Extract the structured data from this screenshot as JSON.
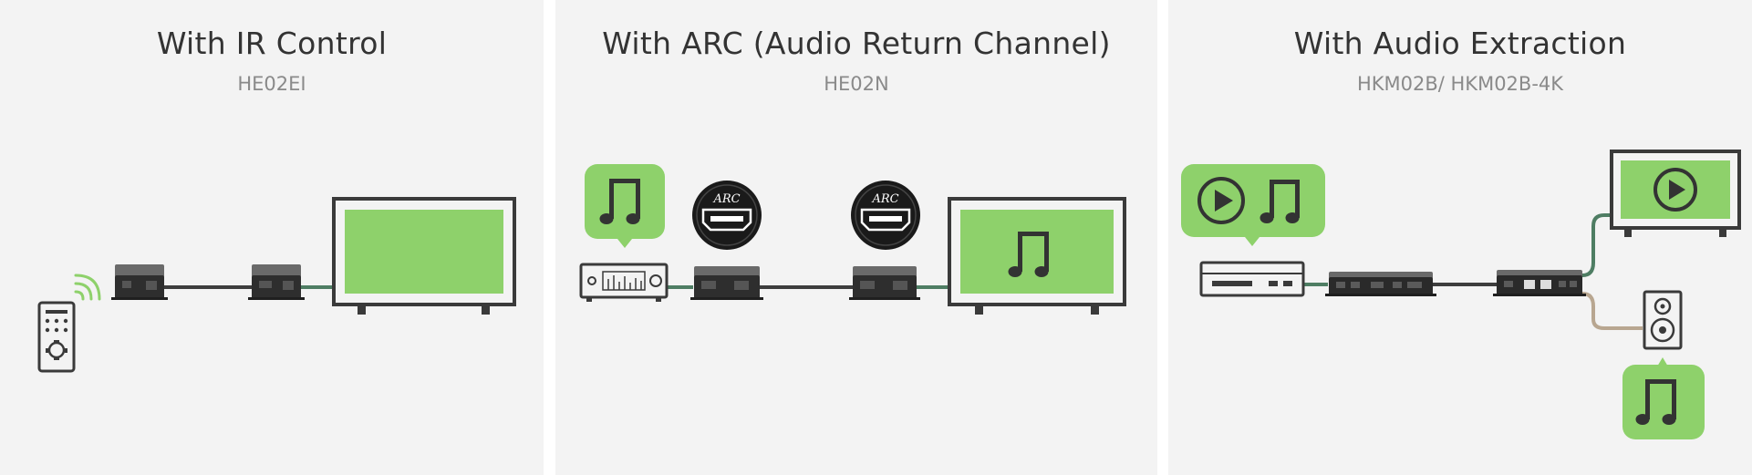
{
  "colors": {
    "panel_bg": "#f3f3f3",
    "green": "#8ed16b",
    "dark": "#333333",
    "device": "#3a3a3a",
    "cable_green": "#4e7d63",
    "cable_tan": "#b8a690",
    "subtitle": "#8a8a8a"
  },
  "panels": [
    {
      "title": "With IR Control",
      "subtitle": "HE02EI",
      "icons": [
        "remote-control-icon",
        "ir-signal-icon",
        "extender-transmitter-icon",
        "extender-receiver-icon",
        "tv-icon"
      ]
    },
    {
      "title": "With ARC (Audio Return Channel)",
      "subtitle": "HE02N",
      "arc_label": "ARC",
      "icons": [
        "music-note-icon",
        "audio-receiver-icon",
        "hdmi-arc-icon",
        "extender-transmitter-icon",
        "extender-receiver-icon",
        "tv-icon"
      ]
    },
    {
      "title": "With Audio Extraction",
      "subtitle": "HKM02B/ HKM02B-4K",
      "icons": [
        "play-icon",
        "music-note-icon",
        "media-player-icon",
        "kvm-transmitter-icon",
        "kvm-receiver-icon",
        "tv-icon",
        "speaker-icon"
      ]
    }
  ]
}
